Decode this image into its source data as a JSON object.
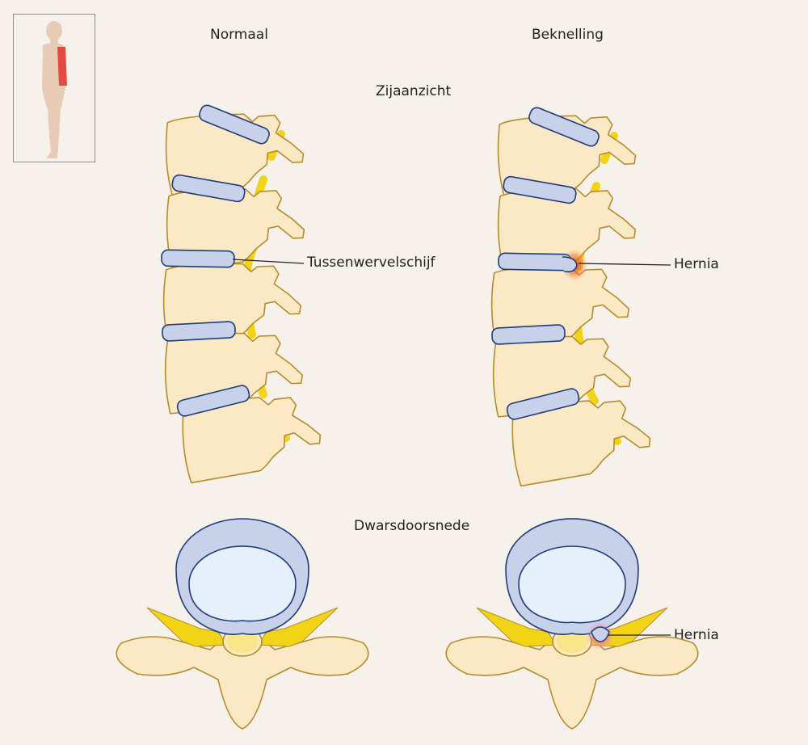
{
  "headings": {
    "normal": "Normaal",
    "compressed": "Beknelling",
    "side_view": "Zijaanzicht",
    "cross_section": "Dwarsdoorsnede"
  },
  "callouts": {
    "disc": "Tussenwervelschijf",
    "hernia_side": "Hernia",
    "hernia_cross": "Hernia"
  },
  "colors": {
    "background": "#f7f1ec",
    "bone": "#fbe9c5",
    "bone_outline": "#b48c2a",
    "disc": "#c7d2ea",
    "disc_outline": "#1f3c7a",
    "nerve": "#f2d417",
    "canal": "#e6f0fb",
    "hernia_glow": "#e8412d",
    "thumbnail_body": "#e7cbb6",
    "thumbnail_highlight": "#e34a44"
  }
}
